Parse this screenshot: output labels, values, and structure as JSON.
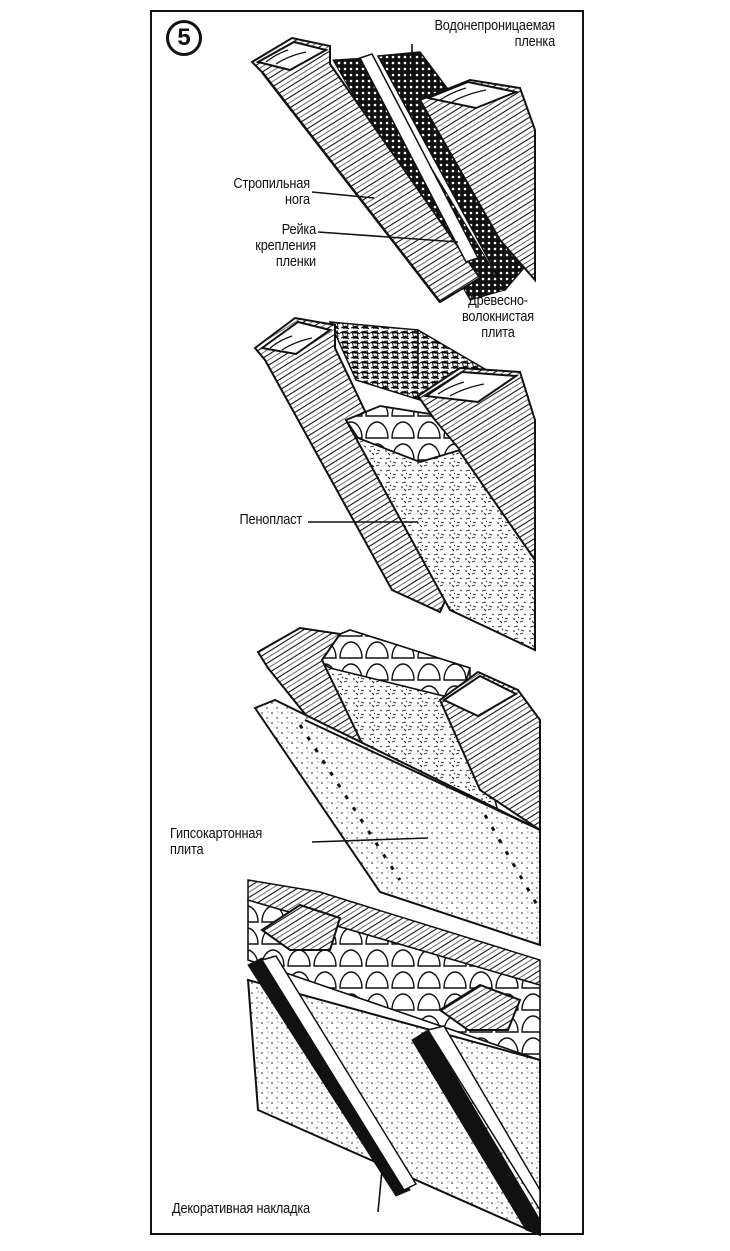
{
  "figure": {
    "number": "5"
  },
  "labels": {
    "waterproof_film": "Водонепроницаемая\nпленка",
    "rafter": "Стропильная\nнога",
    "film_batten": "Рейка\nкрепления\nпленки",
    "fiberboard": "Древесно-\nволокнистая\nплита",
    "foam": "Пенопласт",
    "drywall": "Гипсокартонная\nплита",
    "trim": "Декоративная накладка"
  }
}
